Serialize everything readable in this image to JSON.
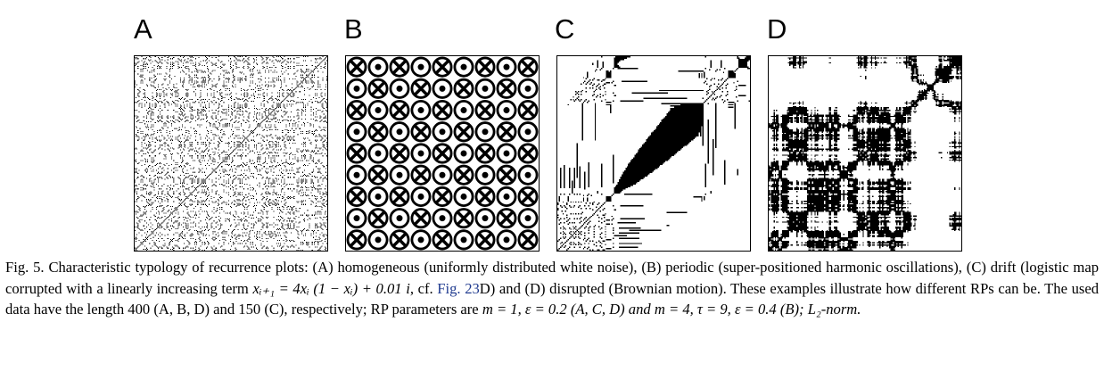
{
  "panels": [
    {
      "label": "A"
    },
    {
      "label": "B"
    },
    {
      "label": "C"
    },
    {
      "label": "D"
    }
  ],
  "caption": {
    "fig_label": "Fig. 5.",
    "text_1": " Characteristic typology of recurrence plots: (A) homogeneous (uniformly distributed white noise), (B) periodic (super-positioned harmonic oscillations), (C) drift (logistic map corrupted with a linearly increasing term ",
    "formula": "xᵢ₊₁ = 4xᵢ (1 − xᵢ) + 0.01 i",
    "text_2": ", cf. ",
    "ref": "Fig. 23",
    "text_3": "D) and (D) disrupted (Brownian motion). These examples illustrate how different RPs can be. The used data have the length 400 (A, B, D) and 150 (C), respectively; RP parameters are ",
    "params_1": "m = 1, ε = 0.2 (A, C, D) and m = 4, τ = 9, ε = 0.4 (B); L₂-norm."
  },
  "colors": {
    "ink": "#000000",
    "link": "#1f3a8f"
  }
}
